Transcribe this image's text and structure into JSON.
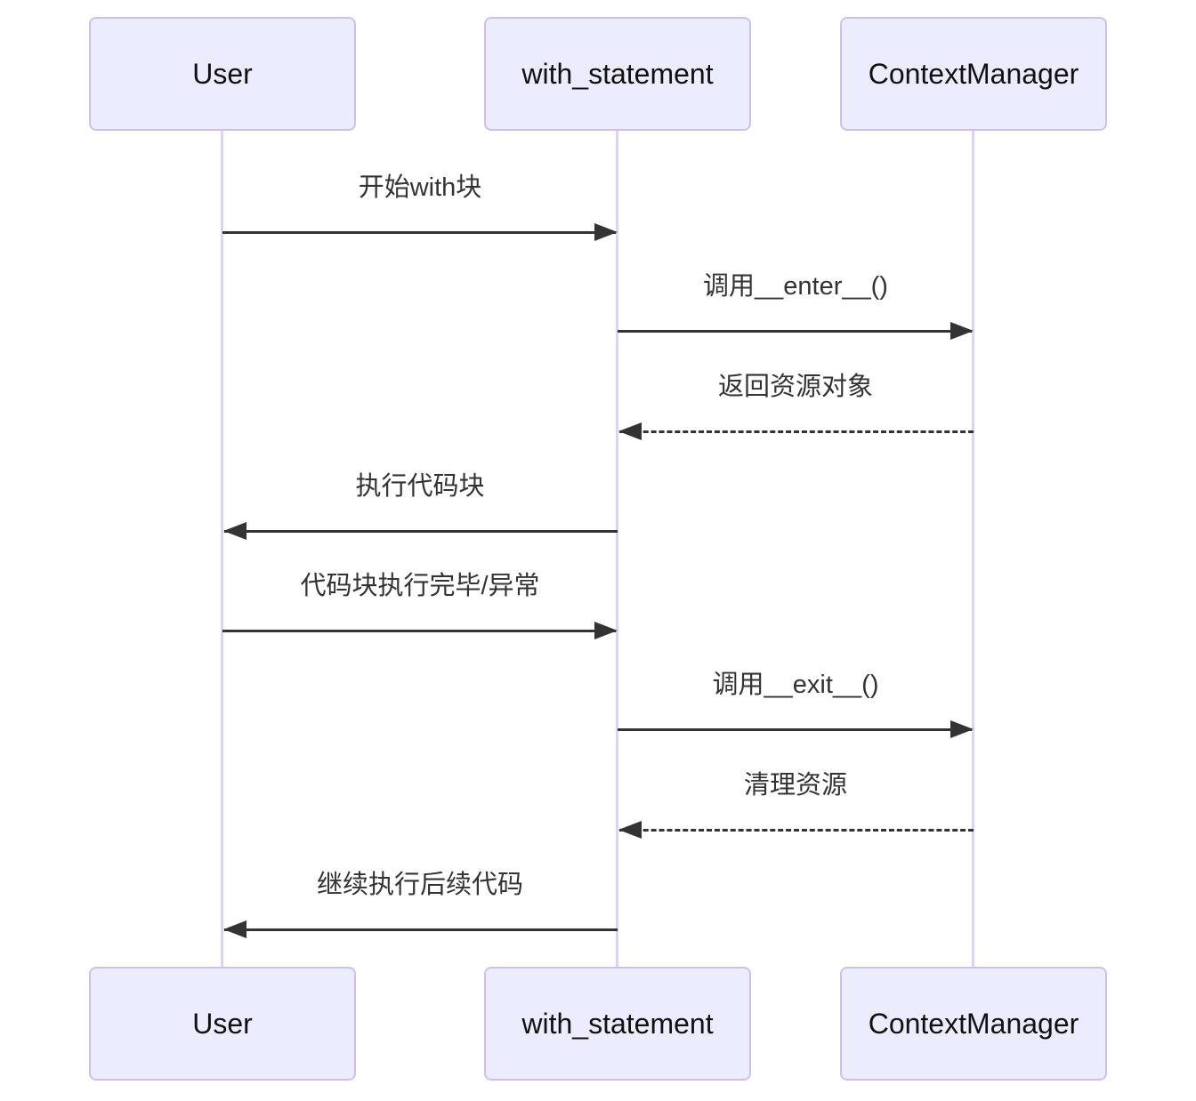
{
  "diagram": {
    "type": "sequence-diagram",
    "colors": {
      "bg": "#ffffff",
      "actor_fill": "#ececff",
      "actor_border": "#cdc0ea",
      "lifeline": "#ddd3f3",
      "arrow": "#333333",
      "actor_text": "#111111",
      "msg_text": "#333333"
    },
    "actors": [
      {
        "name": "User"
      },
      {
        "name": "with_statement"
      },
      {
        "name": "ContextManager"
      }
    ],
    "messages": [
      {
        "label": "开始with块",
        "from": "User",
        "to": "with_statement",
        "style": "solid",
        "direction": "right"
      },
      {
        "label": "调用__enter__()",
        "from": "with_statement",
        "to": "ContextManager",
        "style": "solid",
        "direction": "right"
      },
      {
        "label": "返回资源对象",
        "from": "ContextManager",
        "to": "with_statement",
        "style": "dashed",
        "direction": "left"
      },
      {
        "label": "执行代码块",
        "from": "with_statement",
        "to": "User",
        "style": "solid",
        "direction": "left"
      },
      {
        "label": "代码块执行完毕/异常",
        "from": "User",
        "to": "with_statement",
        "style": "solid",
        "direction": "right"
      },
      {
        "label": "调用__exit__()",
        "from": "with_statement",
        "to": "ContextManager",
        "style": "solid",
        "direction": "right"
      },
      {
        "label": "清理资源",
        "from": "ContextManager",
        "to": "with_statement",
        "style": "dashed",
        "direction": "left"
      },
      {
        "label": "继续执行后续代码",
        "from": "with_statement",
        "to": "User",
        "style": "solid",
        "direction": "left"
      }
    ]
  }
}
